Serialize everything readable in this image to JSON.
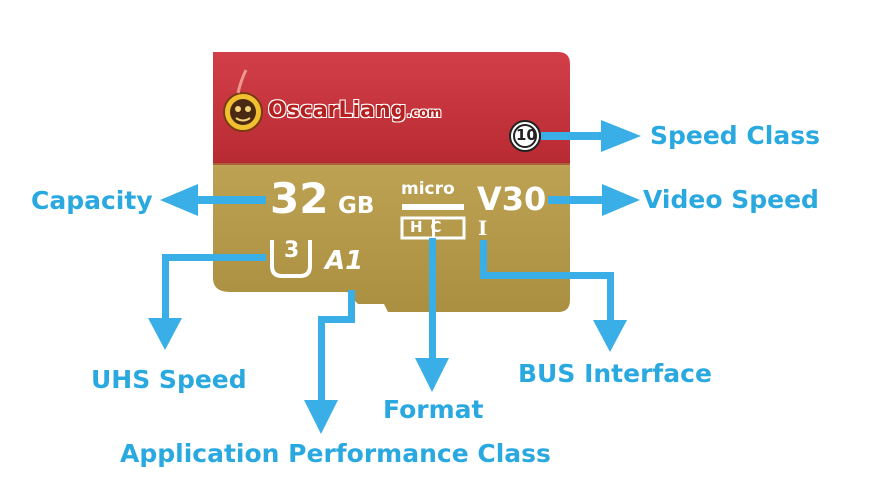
{
  "colors": {
    "card_top": "#c8323a",
    "card_bottom": "#b49a48",
    "arrow": "#3aaee6",
    "label": "#2aa8e0",
    "logo_text": "#b42020"
  },
  "card": {
    "logo_text": "OscarLiang",
    "logo_suffix": ".com",
    "speed_class_badge": "10",
    "capacity_number": "32",
    "capacity_unit": "GB",
    "format_logo_top": "micro",
    "format_logo_bottom": "HC",
    "video_speed": "V30",
    "bus_numeral": "I",
    "uhs_number": "3",
    "app_class": "A1"
  },
  "labels": {
    "speed_class": "Speed Class",
    "video_speed": "Video Speed",
    "capacity": "Capacity",
    "uhs_speed": "UHS Speed",
    "format": "Format",
    "bus_interface": "BUS Interface",
    "app_performance": "Application Performance Class"
  }
}
